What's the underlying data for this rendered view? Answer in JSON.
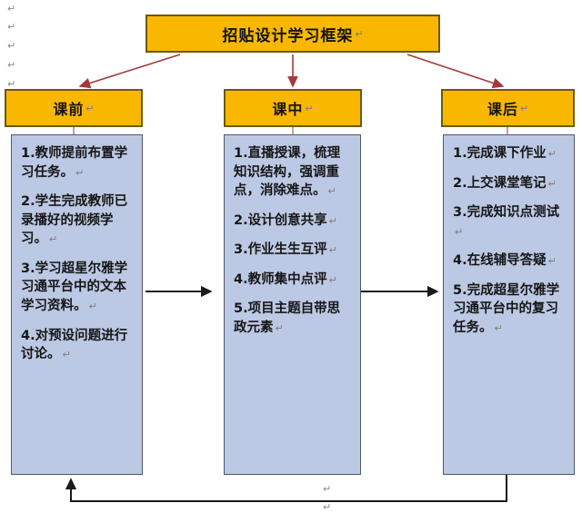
{
  "diagram": {
    "title": {
      "label": "招贴设计学习框架",
      "return_mark": "↵"
    },
    "colors": {
      "header_fill": "#F9B700",
      "header_border": "#6B5A10",
      "body_fill": "#BCC9E4",
      "body_border": "#52586B",
      "fan_arrow": "#A33A3A",
      "flow_arrow": "#1A1A1A",
      "connector_line": "#B04A4A",
      "page_background": "#FFFFFF",
      "text": "#141414",
      "return_mark": "#7D7D7D"
    },
    "columns": [
      {
        "id": "before-class",
        "header": "课前",
        "header_return": "↵",
        "items": [
          "1.教师提前布置学习任务。",
          "2.学生完成教师已录播好的视频学习。",
          "3.学习超星尔雅学习通平台中的文本学习资料。",
          "4.对预设问题进行讨论。"
        ]
      },
      {
        "id": "during-class",
        "header": "课中",
        "header_return": "↵",
        "items": [
          "1.直播授课，梳理知识结构，强调重点，消除难点。",
          "2.设计创意共享",
          "3.作业生生互评",
          "4.教师集中点评",
          "5.项目主题自带思政元素"
        ]
      },
      {
        "id": "after-class",
        "header": "课后",
        "header_return": "↵",
        "items": [
          "1.完成课下作业",
          "2.上交课堂笔记",
          "3.完成知识点测试",
          "4.在线辅导答疑",
          "5.完成超星尔雅学习通平台中的复习任务。"
        ]
      }
    ],
    "connectors": {
      "fan_out": [
        {
          "from": "title",
          "to": "before-class"
        },
        {
          "from": "title",
          "to": "during-class"
        },
        {
          "from": "title",
          "to": "after-class"
        }
      ],
      "flow": [
        {
          "from": "before-class",
          "to": "during-class"
        },
        {
          "from": "during-class",
          "to": "after-class"
        }
      ],
      "feedback": {
        "from": "after-class",
        "to": "before-class"
      }
    },
    "margin_marks": [
      "↵",
      "↵",
      "↵",
      "↵",
      "↵"
    ],
    "stray_marks": [
      "↵",
      "↵"
    ]
  }
}
